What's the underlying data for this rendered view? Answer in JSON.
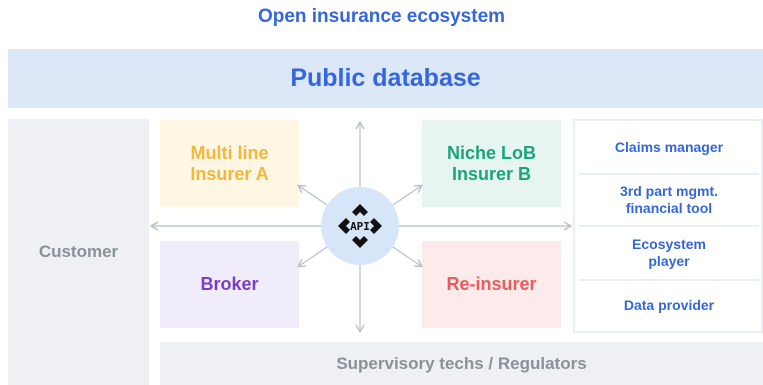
{
  "title": "Open insurance ecosystem",
  "public_database": "Public database",
  "customer": "Customer",
  "center_boxes": {
    "multi_line": "Multi line\nInsurer A",
    "niche": "Niche LoB\nInsurer B",
    "broker": "Broker",
    "reinsurer": "Re-insurer"
  },
  "right_panel": [
    "Claims manager",
    "3rd part mgmt.\nfinancial tool",
    "Ecosystem\nplayer",
    "Data provider"
  ],
  "supervisory": "Supervisory techs / Regulators",
  "hub": {
    "icon": "api-icon",
    "label": "API"
  },
  "colors": {
    "accent": "#3366e0",
    "multi_line": "#f4b73c",
    "niche": "#1aa57a",
    "broker": "#7a3ec5",
    "reinsurer": "#ee5a5a"
  }
}
